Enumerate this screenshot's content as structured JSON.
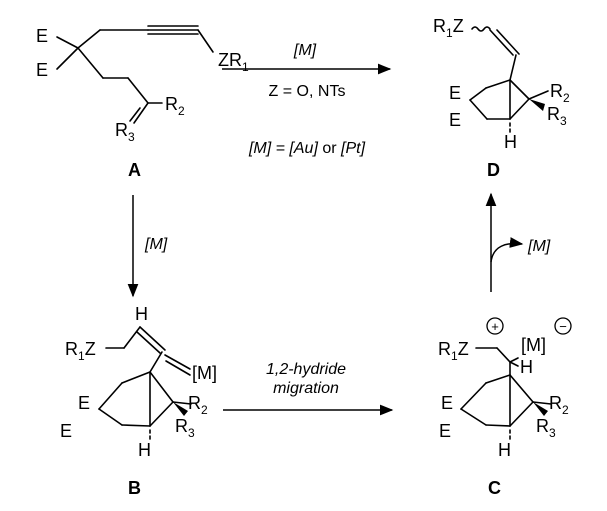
{
  "scheme": {
    "compounds": {
      "A": {
        "label": "A",
        "e_top": "E",
        "e_bottom": "E",
        "zr1_main": "ZR",
        "zr1_sub": "1",
        "r2_main": "R",
        "r2_sub": "2",
        "r3_main": "R",
        "r3_sub": "3"
      },
      "D": {
        "label": "D",
        "r1z_main": "R",
        "r1z_sub": "1",
        "r1z_tail": "Z",
        "e_top": "E",
        "e_bottom": "E",
        "r2_main": "R",
        "r2_sub": "2",
        "r3_main": "R",
        "r3_sub": "3",
        "h": "H"
      },
      "B": {
        "label": "B",
        "h_top": "H",
        "r1z_main": "R",
        "r1z_sub": "1",
        "r1z_tail": "Z",
        "metal": "[M]",
        "e_top": "E",
        "e_bottom": "E",
        "r2_main": "R",
        "r2_sub": "2",
        "r3_main": "R",
        "r3_sub": "3",
        "h": "H"
      },
      "C": {
        "label": "C",
        "r1z_main": "R",
        "r1z_sub": "1",
        "r1z_tail": "Z",
        "metal": "[M]",
        "plus": "+",
        "minus": "−",
        "h_ch": "H",
        "e_top": "E",
        "e_bottom": "E",
        "r2_main": "R",
        "r2_sub": "2",
        "r3_main": "R",
        "r3_sub": "3",
        "h": "H"
      }
    },
    "arrows": {
      "a_to_d": {
        "above": "[M]",
        "below": "Z = O, NTs"
      },
      "condition_note": {
        "m_eq": "[M] = ",
        "au": "[Au]",
        "or": " or ",
        "pt": "[Pt]"
      },
      "a_to_b": {
        "label": "[M]"
      },
      "b_to_c": {
        "line1": "1,2-hydride",
        "line2": "migration"
      },
      "c_to_d": {
        "label": "[M]"
      }
    }
  }
}
